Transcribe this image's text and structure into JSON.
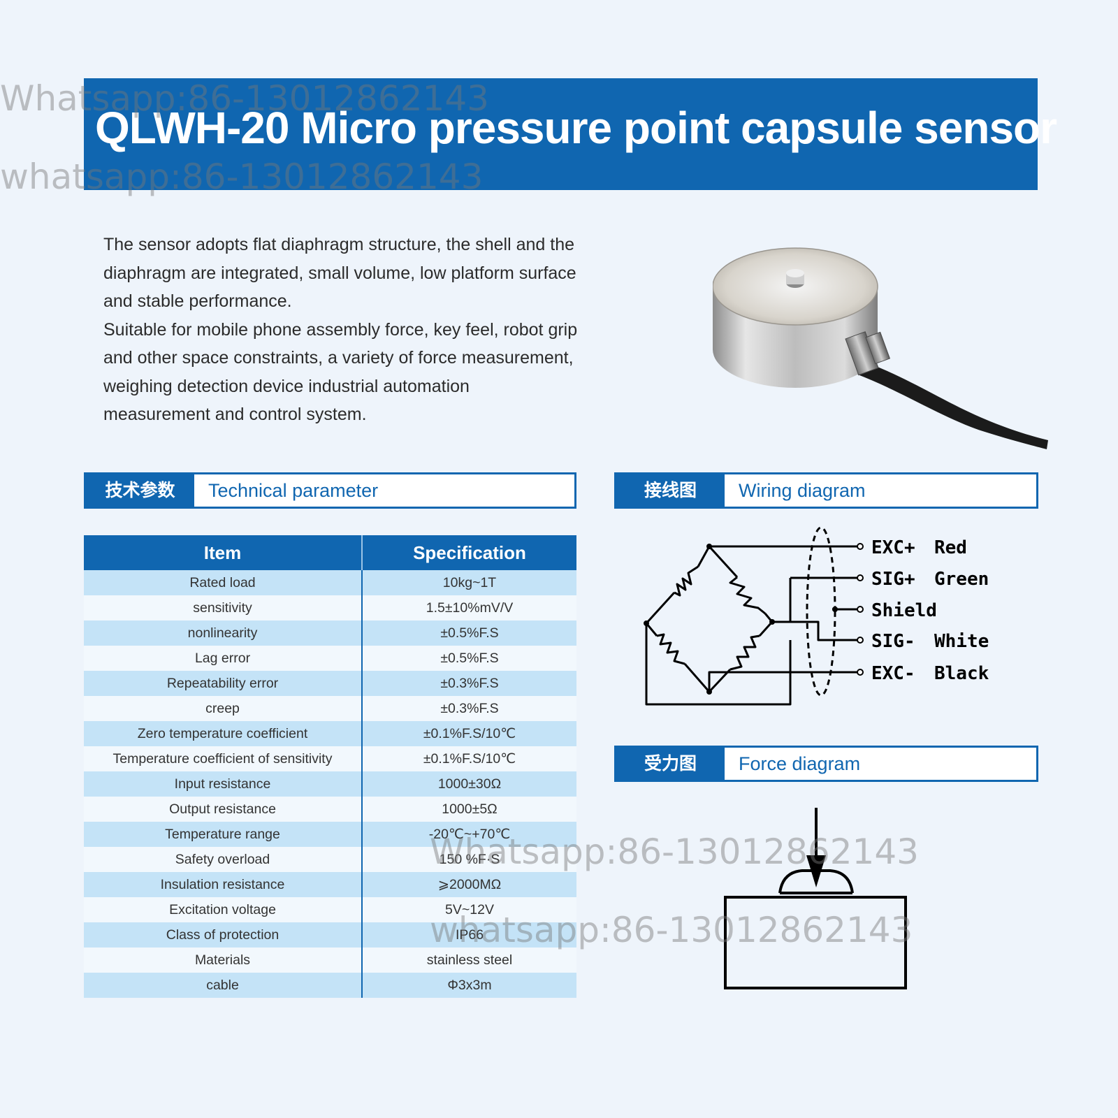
{
  "header": {
    "title": "QLWH-20 Micro pressure point capsule sensor"
  },
  "intro": {
    "paragraph_1": "The sensor adopts flat diaphragm structure, the shell and the diaphragm are integrated, small volume, low platform surface and stable performance.",
    "paragraph_2": "Suitable for mobile phone assembly force, key feel, robot grip and other space constraints, a variety of force measurement, weighing detection device industrial automation measurement and control system."
  },
  "sections": {
    "technical": {
      "cn": "技术参数",
      "en": "Technical parameter"
    },
    "wiring": {
      "cn": "接线图",
      "en": "Wiring diagram"
    },
    "force": {
      "cn": "受力图",
      "en": "Force diagram"
    }
  },
  "spec_table": {
    "headers": [
      "Item",
      "Specification"
    ],
    "rows": [
      [
        "Rated load",
        "10kg~1T"
      ],
      [
        "sensitivity",
        "1.5±10%mV/V"
      ],
      [
        "nonlinearity",
        "±0.5%F.S"
      ],
      [
        "Lag error",
        "±0.5%F.S"
      ],
      [
        "Repeatability error",
        "±0.3%F.S"
      ],
      [
        "creep",
        "±0.3%F.S"
      ],
      [
        "Zero temperature coefficient",
        "±0.1%F.S/10℃"
      ],
      [
        "Temperature coefficient of sensitivity",
        "±0.1%F.S/10℃"
      ],
      [
        "Input resistance",
        "1000±30Ω"
      ],
      [
        "Output resistance",
        "1000±5Ω"
      ],
      [
        "Temperature range",
        "-20℃~+70℃"
      ],
      [
        "Safety overload",
        "150 %F·S"
      ],
      [
        "Insulation resistance",
        "⩾2000MΩ"
      ],
      [
        "Excitation voltage",
        "5V~12V"
      ],
      [
        "Class of protection",
        "IP66"
      ],
      [
        "Materials",
        "stainless steel"
      ],
      [
        "cable",
        "Φ3x3m"
      ]
    ]
  },
  "wiring_diagram": {
    "wires": [
      {
        "signal": "EXC+",
        "color": "Red"
      },
      {
        "signal": "SIG+",
        "color": "Green"
      },
      {
        "signal": "Shield",
        "color": ""
      },
      {
        "signal": "SIG-",
        "color": "White"
      },
      {
        "signal": "EXC-",
        "color": "Black"
      }
    ]
  },
  "watermarks": [
    "Whatsapp:86-13012862143",
    "whatsapp:86-13012862143",
    "Whatsapp:86-13012862143",
    "whatsapp:86-13012862143"
  ]
}
